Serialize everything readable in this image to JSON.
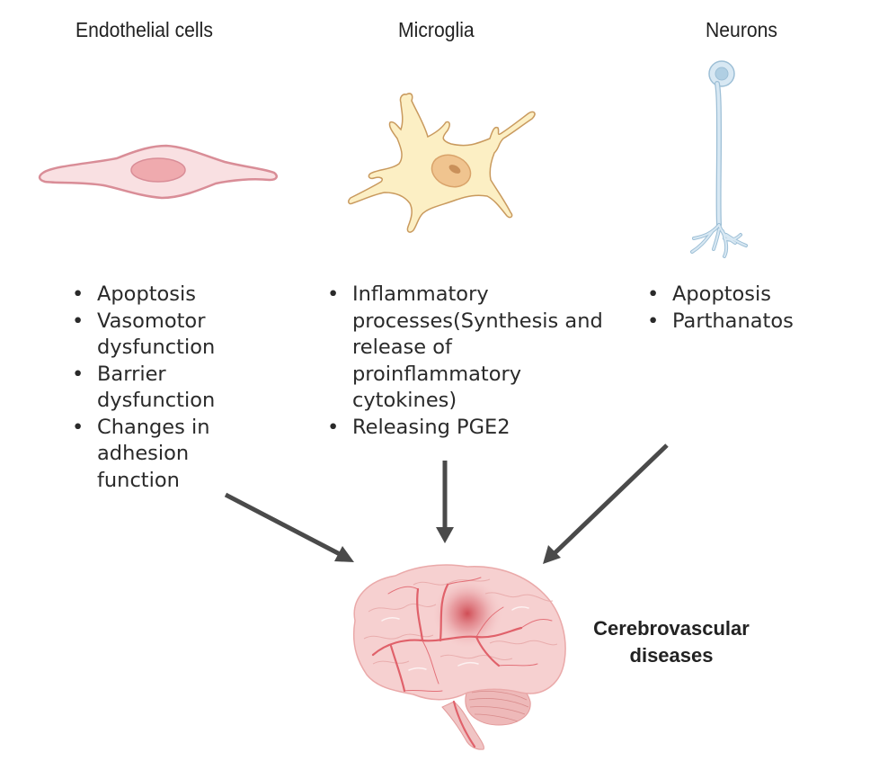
{
  "columns": [
    {
      "title": "Endothelial cells",
      "icon": "endothelial-cell-icon",
      "items": [
        "Apoptosis",
        "Vasomotor dysfunction",
        "Barrier dysfunction",
        "Changes in adhesion function"
      ]
    },
    {
      "title": "Microglia",
      "icon": "microglia-cell-icon",
      "items": [
        "Inflammatory processes(Synthesis and release of proinflammatory cytokines)",
        "Releasing PGE2"
      ]
    },
    {
      "title": "Neurons",
      "icon": "neuron-cell-icon",
      "items": [
        "Apoptosis",
        "Parthanatos"
      ]
    }
  ],
  "bullet": "•",
  "outcome": {
    "label_line1": "Cerebrovascular",
    "label_line2": "diseases",
    "icon": "brain-icon"
  },
  "colors": {
    "endothelial_fill": "#f9e0e2",
    "endothelial_stroke": "#d98d97",
    "endothelial_nucleus": "#efaaae",
    "microglia_fill": "#fcefc4",
    "microglia_stroke": "#c99a5e",
    "microglia_nucleus": "#f0c48f",
    "neuron_fill": "#d8e8f3",
    "neuron_stroke": "#9dbfd6",
    "brain_fill": "#f6d0d0",
    "brain_vessel": "#e0616a",
    "lesion": "#c9363f",
    "arrow": "#4a4a4a"
  }
}
